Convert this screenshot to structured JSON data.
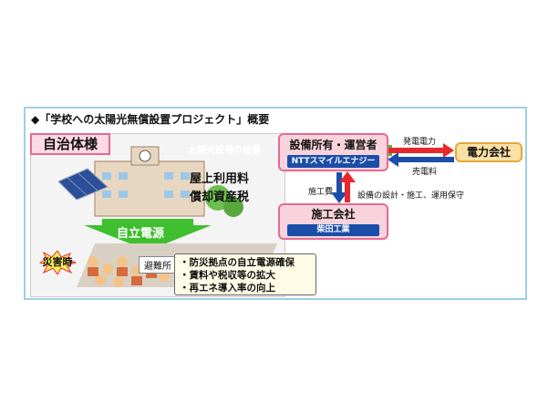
{
  "title": "◆「学校への太陽光無償設置プロジェクト」概要",
  "jichitai": {
    "label": "自治体様"
  },
  "jiritsu_dengen": "自立電源",
  "saigaiji": "災害時",
  "hinanjo": "避難所",
  "benefits": [
    "・防災拠点の自立電源確保",
    "・賃料や税収等の拡大",
    "・再エネ導入率の向上"
  ],
  "owner": {
    "title": "設備所有・運営者",
    "company": "NTTスマイルエナジー"
  },
  "power_company": {
    "title": "電力会社"
  },
  "contractor": {
    "title": "施工会社",
    "company": "柴田工業"
  },
  "labels": {
    "solar_install": "太陽光設備の設置",
    "rooftop_fee": "屋上利用料",
    "depreciation_tax": "償却資産税",
    "power_gen": "発電電力",
    "sales_fee": "売電料",
    "construction_fee": "施工費",
    "design_ops": "設備の設計・施工、運用保守"
  },
  "colors": {
    "accent_blue": "#1b4ea8",
    "pink": "#e36a94",
    "arrow_green": "#3fbf2e",
    "arrow_red": "#e8282a"
  }
}
